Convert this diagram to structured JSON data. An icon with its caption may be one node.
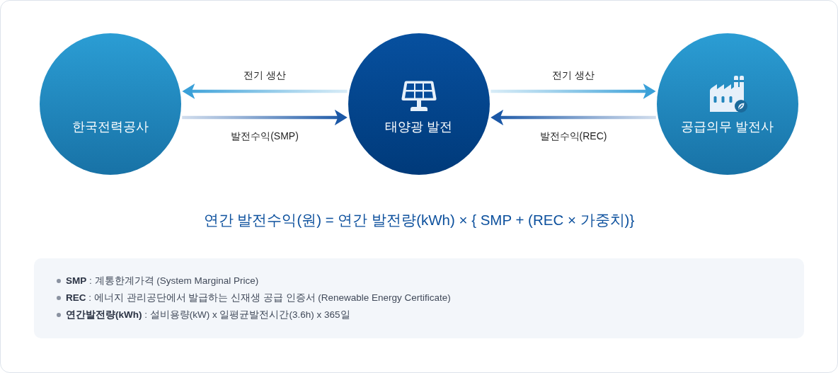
{
  "diagram": {
    "nodes": [
      {
        "text": [
          "한국전력공사"
        ]
      },
      {
        "text": [
          "태양광 발전"
        ]
      },
      {
        "text": [
          "공급의무 발전사"
        ]
      },
      {
        "text": [
          "**SMP** : 계통한계가격 (System Marginal Price)",
          "**REC** : 에너지 관리공단에서 발급하는 신재생 공급 인증서 (Renewable Energy Certificate)",
          "**연간발전량(kWh)** : 설비용량(kW) x 일평균발전시간(3.6h) x 365일"
        ]
      }
    ],
    "edges": [
      {
        "from": 1,
        "to": 0,
        "arrow": "to",
        "label": "전기 생산",
        "color": "#3aa0d8"
      },
      {
        "from": 0,
        "to": 1,
        "arrow": "to",
        "label": "발전수익(SMP)",
        "color": "#1a57a6"
      },
      {
        "from": 1,
        "to": 2,
        "arrow": "to",
        "label": "전기 생산",
        "color": "#3aa0d8"
      },
      {
        "from": 2,
        "to": 1,
        "arrow": "to",
        "label": "발전수익(REC)",
        "color": "#1a57a6"
      }
    ],
    "labels": [
      "연간 발전수익(원) = 연간 발전량(kWh) × { SMP + (REC × 가중치)}"
    ]
  }
}
